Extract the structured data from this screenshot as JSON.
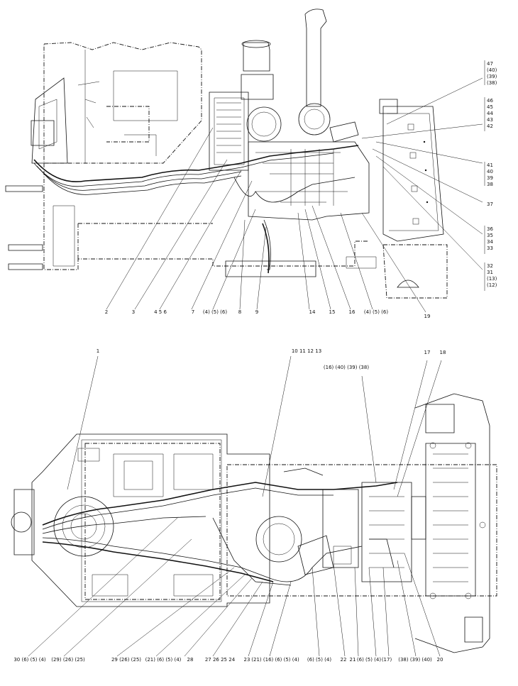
{
  "top_view": {
    "labels_bottom": [
      "2",
      "3",
      "4  5  6",
      "7",
      "(4) (5) (6)",
      "8",
      "9",
      "14",
      "15",
      "16",
      "(4) (5) (6)",
      "19"
    ],
    "labels_right_stack_1": [
      "47",
      "(40)",
      "(39)",
      "(38)"
    ],
    "labels_right_stack_2": [
      "46",
      "45",
      "44",
      "43",
      "42"
    ],
    "labels_right_stack_3": [
      "41",
      "40",
      "39",
      "38"
    ],
    "labels_right_single": "37",
    "labels_right_stack_4": [
      "36",
      "35",
      "34",
      "33"
    ],
    "labels_right_stack_5": [
      "32",
      "31",
      "(13)",
      "(12)"
    ]
  },
  "bottom_view": {
    "labels_top_left": "1",
    "labels_top_mid": "10  11  12  13",
    "labels_top_group": "(16)  (40)  (39)  (38)",
    "labels_top_right_a": "17",
    "labels_top_right_b": "18",
    "labels_bottom": [
      "30  (6)  (5)  (4)",
      "(29)  (26)  (25)",
      "29  (26)  (25)",
      "(21)  (6)  (5)  (4)",
      "28",
      "27  26  25  24",
      "23",
      "(21)  (16)  (6)  (5)  (4)",
      "(6)  (5)  (4)",
      "22",
      "21",
      "(6)  (5)  (4)",
      "(17)",
      "(38)  (39)  (40)",
      "20"
    ]
  }
}
